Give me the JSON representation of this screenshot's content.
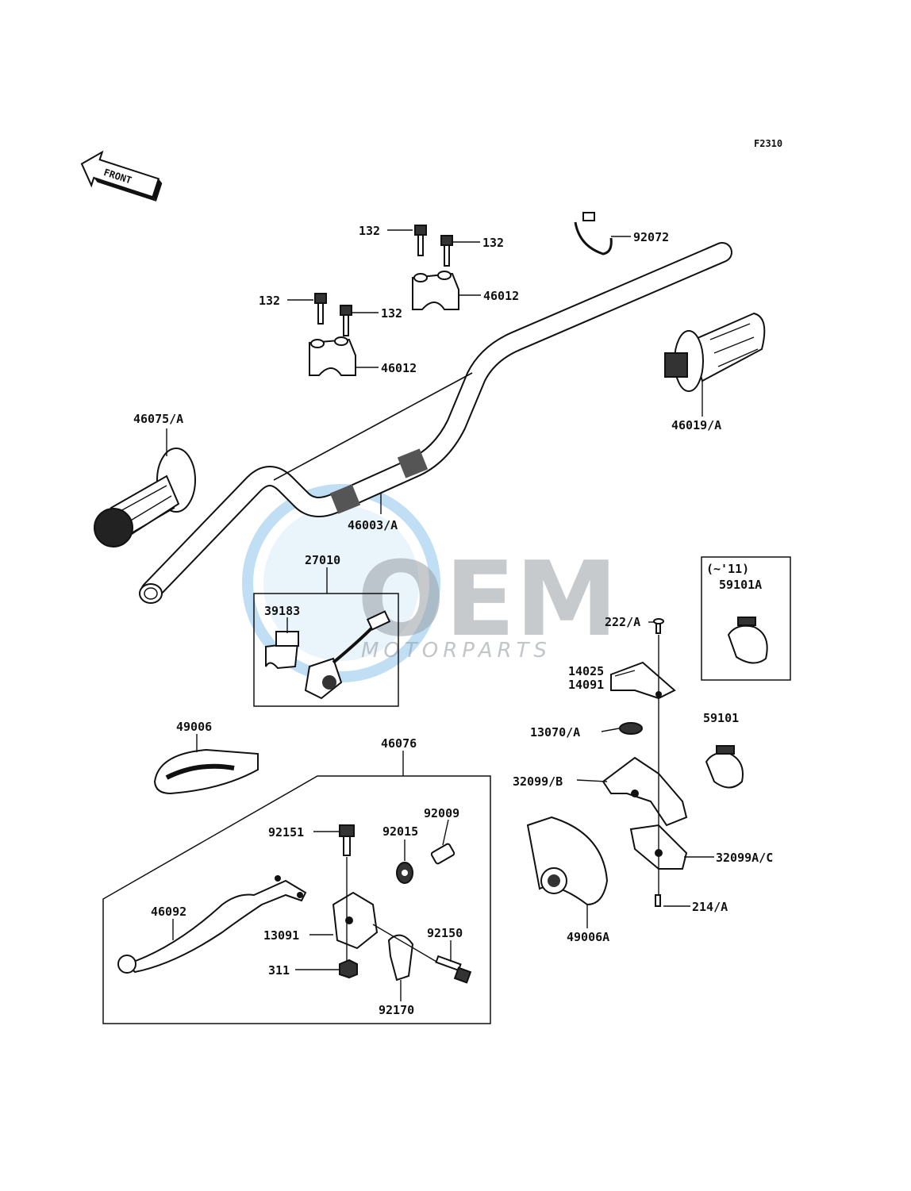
{
  "figure_code": "F2310",
  "front_arrow": {
    "label": "FRONT"
  },
  "watermark": {
    "brand": "OEM",
    "subtitle": "MOTORPARTS",
    "color": "#4aa3df"
  },
  "parts": {
    "p132a": "132",
    "p132b": "132",
    "p132c": "132",
    "p132d": "132",
    "p92072": "92072",
    "p46012a": "46012",
    "p46012b": "46012",
    "p46019A": "46019/A",
    "p46075A": "46075/A",
    "p46003A": "46003/A",
    "p27010": "27010",
    "p39183": "39183",
    "p222A": "222/A",
    "p14025": "14025",
    "p14091": "14091",
    "p59101A_note": "(~'11)",
    "p59101A": "59101A",
    "p59101": "59101",
    "p13070A": "13070/A",
    "p32099B": "32099/B",
    "p32099AC": "32099A/C",
    "p214A": "214/A",
    "p49006A": "49006A",
    "p49006": "49006",
    "p46076": "46076",
    "p92009": "92009",
    "p92015": "92015",
    "p92151": "92151",
    "p46092": "46092",
    "p13091": "13091",
    "p92150": "92150",
    "p311": "311",
    "p92170": "92170"
  }
}
